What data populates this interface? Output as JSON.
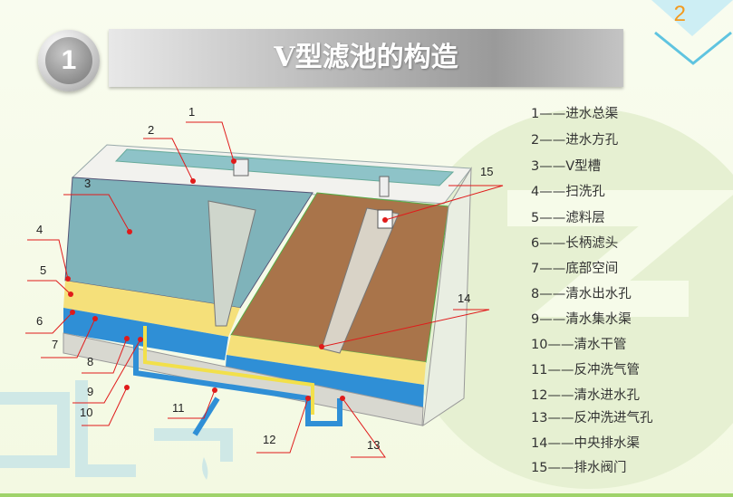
{
  "page": {
    "number": "2"
  },
  "title": {
    "badge": "1",
    "text": "V型滤池的构造"
  },
  "legend": [
    {
      "id": "1",
      "text": "1——进水总渠"
    },
    {
      "id": "2",
      "text": "2——进水方孔"
    },
    {
      "id": "3",
      "text": "3——V型槽"
    },
    {
      "id": "4",
      "text": "4——扫洗孔"
    },
    {
      "id": "5",
      "text": "5——滤料层"
    },
    {
      "id": "6",
      "text": "6——长柄滤头"
    },
    {
      "id": "7",
      "text": "7——底部空间"
    },
    {
      "id": "8",
      "text": "8——清水出水孔"
    },
    {
      "id": "9",
      "text": "9——清水集水渠"
    },
    {
      "id": "10",
      "text": "10——清水干管"
    },
    {
      "id": "11",
      "text": "11——反冲洗气管"
    },
    {
      "id": "12",
      "text": "12——清水进水孔"
    },
    {
      "id": "13",
      "text": "13——反冲洗进气孔"
    },
    {
      "id": "14",
      "text": "14——中央排水渠"
    },
    {
      "id": "15",
      "text": "15——排水阀门"
    }
  ],
  "callouts": [
    "1",
    "2",
    "3",
    "4",
    "5",
    "6",
    "7",
    "8",
    "9",
    "10",
    "11",
    "12",
    "13",
    "14",
    "15"
  ],
  "colors": {
    "water": "#7fb3ba",
    "sand": "#a9744a",
    "yellow": "#f5e07a",
    "blue_layer": "#2f8fd6",
    "leader": "#e01b1b",
    "pipe": "#2f8fd6",
    "air_pipe": "#f2e04a"
  }
}
